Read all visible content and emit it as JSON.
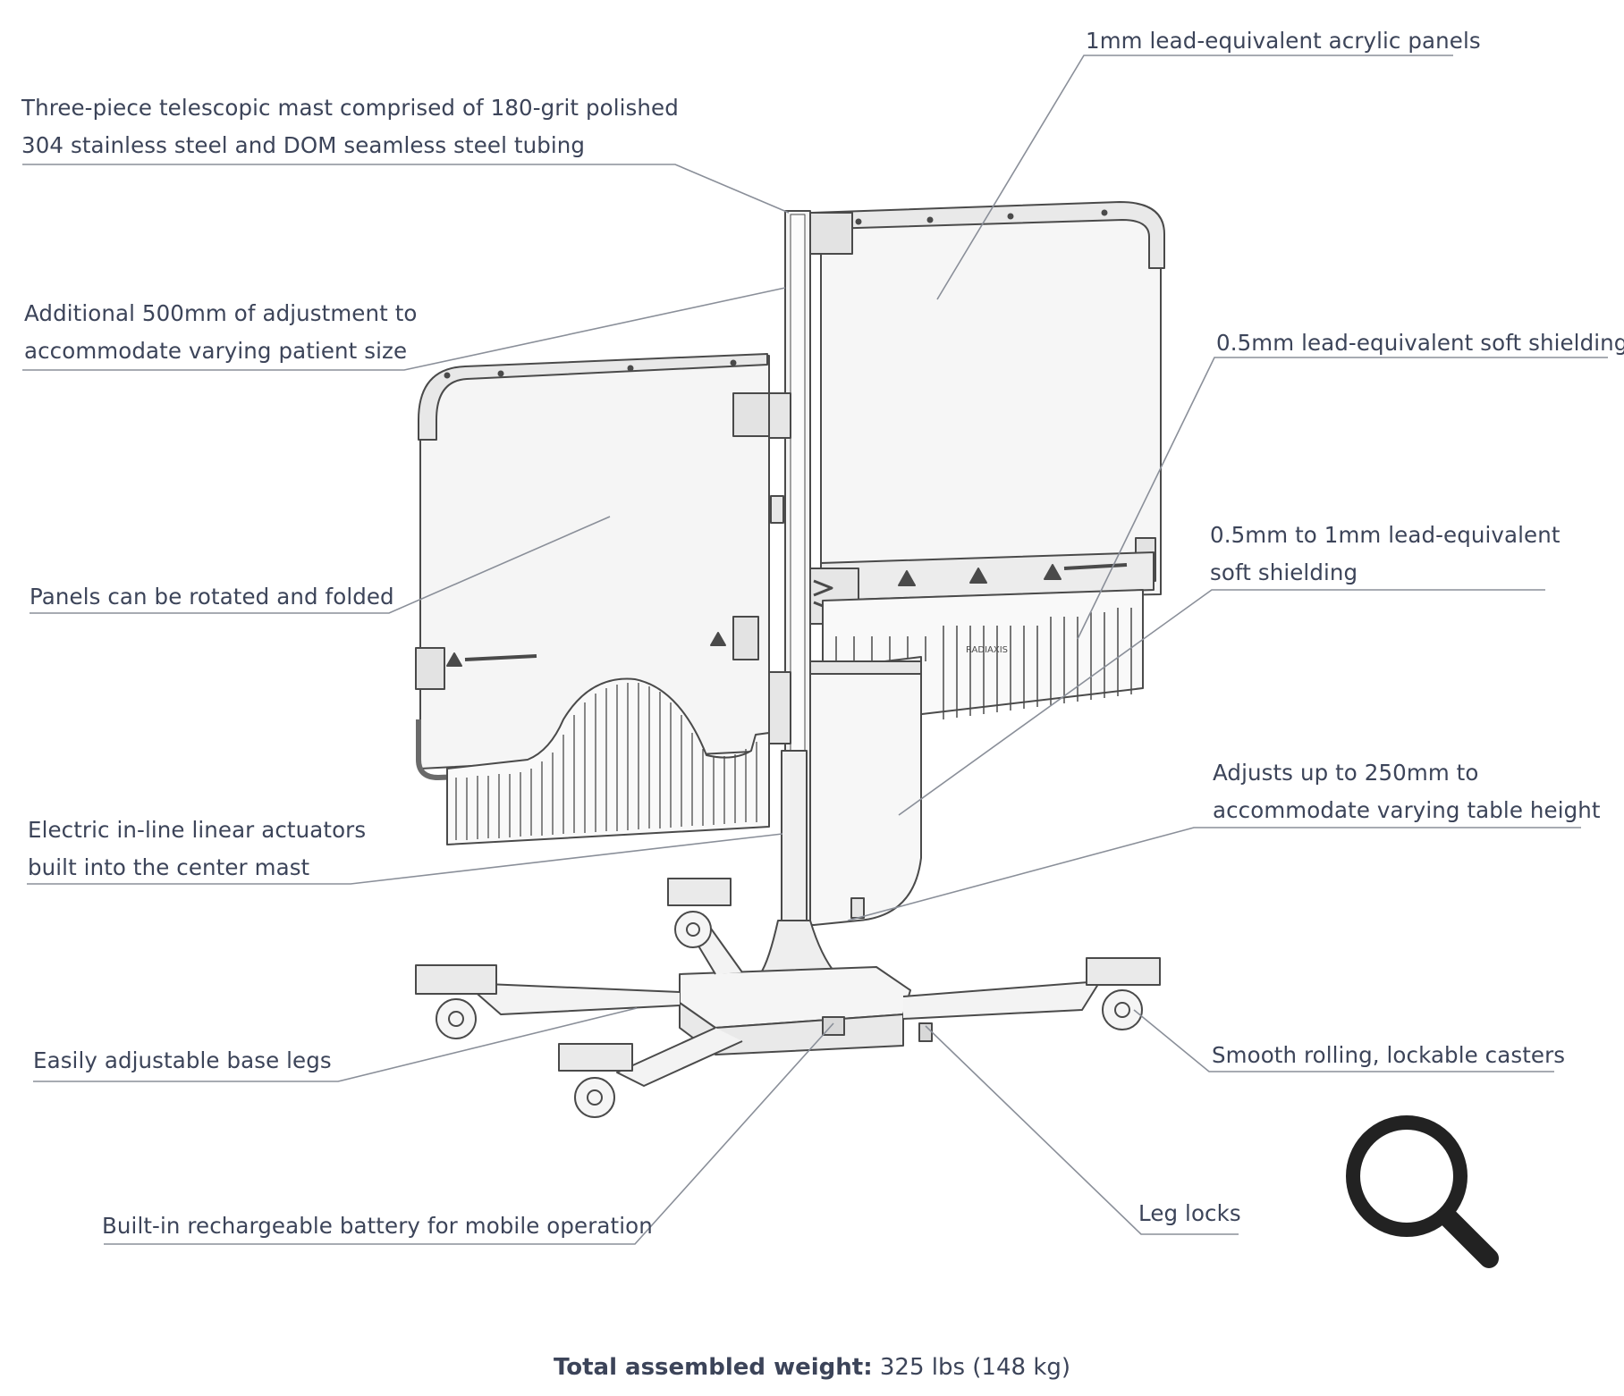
{
  "callouts": {
    "mast": [
      "Three-piece telescopic mast comprised of 180-grit polished",
      "304 stainless steel and DOM seamless steel tubing"
    ],
    "acrylic": [
      "1mm lead-equivalent acrylic panels"
    ],
    "adjustment": [
      "Additional 500mm of adjustment to",
      "accommodate varying patient size"
    ],
    "soft_05": [
      "0.5mm lead-equivalent soft shielding"
    ],
    "soft_05_1": [
      "0.5mm to 1mm lead-equivalent",
      "soft shielding"
    ],
    "rotated": [
      "Panels can be rotated and folded"
    ],
    "table_height": [
      "Adjusts up to 250mm to",
      "accommodate varying table height"
    ],
    "actuators": [
      "Electric in-line linear actuators",
      "built into the center mast"
    ],
    "base_legs": [
      "Easily adjustable base legs"
    ],
    "casters": [
      "Smooth rolling, lockable casters"
    ],
    "battery": [
      "Built-in rechargeable battery for mobile operation"
    ],
    "leg_locks": [
      "Leg locks"
    ]
  },
  "weight": {
    "label": "Total assembled weight:",
    "value": " 325 lbs (148 kg)"
  },
  "zoom_icon": "magnifier-icon",
  "colors": {
    "text": "#3c4459",
    "leader": "#8a8f99",
    "drawing": "#4a4a4a",
    "panel_fill": "#f4f4f4"
  }
}
